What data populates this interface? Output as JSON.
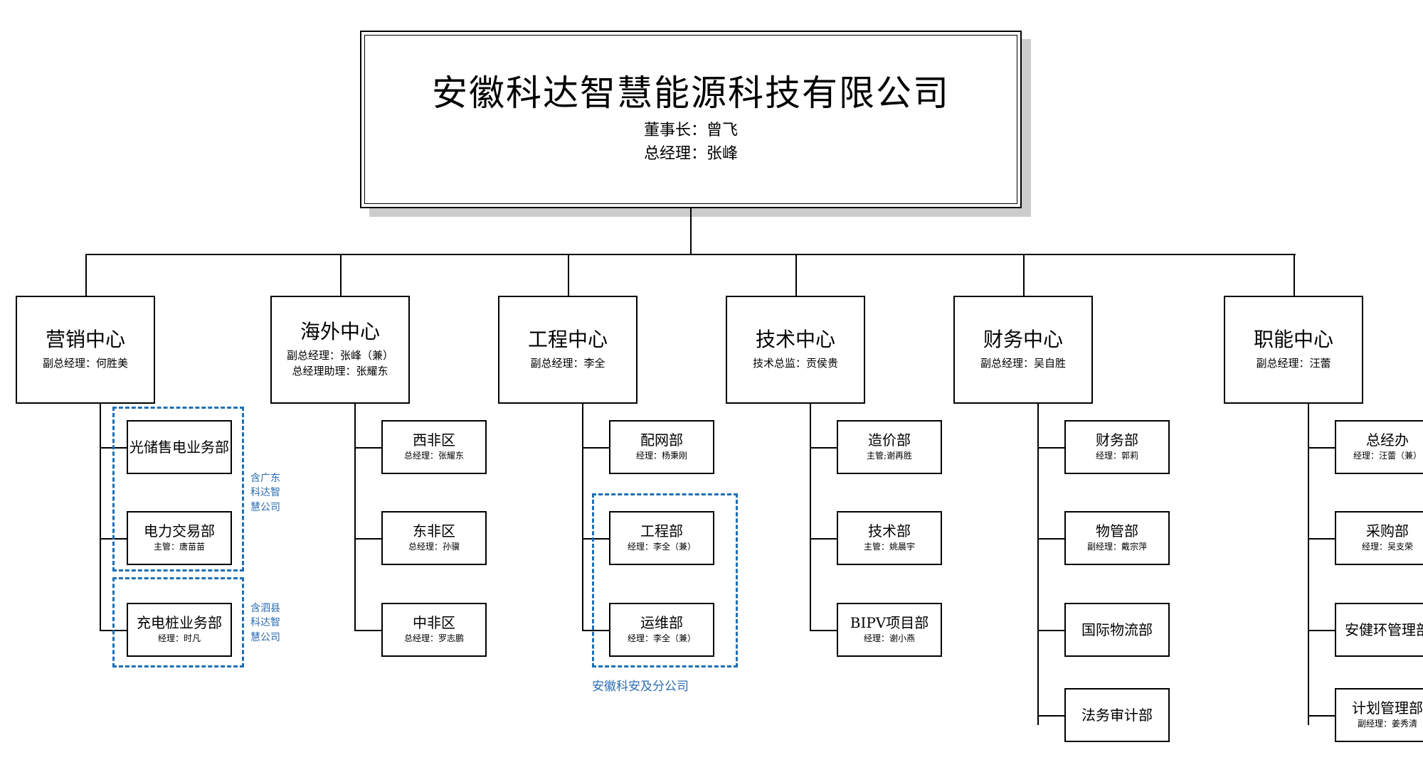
{
  "root": {
    "name": "安徽科达智慧能源科技有限公司",
    "chairman": "董事长：曾飞",
    "general_manager": "总经理：张峰"
  },
  "colors": {
    "line": "#000000",
    "box_border": "#000000",
    "annotation_blue": "#2b6cb0",
    "dashed_blue": "#1f6fb5",
    "shadow_gray": "#cccccc",
    "background": "#ffffff"
  },
  "centers": [
    {
      "id": "marketing",
      "title": "营销中心",
      "subtitles": [
        "副总经理：何胜美"
      ],
      "departments": [
        {
          "title": "光储售电业务部",
          "sub": "",
          "two_line": true
        },
        {
          "title": "电力交易部",
          "sub": "主管：唐苗苗",
          "two_line": false
        },
        {
          "title": "充电桩业务部",
          "sub": "经理：时凡",
          "two_line": false
        }
      ],
      "annotations": [
        "含广东科达智慧公司",
        "含泗县科达智慧公司"
      ]
    },
    {
      "id": "overseas",
      "title": "海外中心",
      "subtitles": [
        "副总经理：张峰（兼）",
        "总经理助理：张耀东"
      ],
      "departments": [
        {
          "title": "西非区",
          "sub": "总经理：张耀东",
          "two_line": false
        },
        {
          "title": "东非区",
          "sub": "总经理：孙骥",
          "two_line": false
        },
        {
          "title": "中非区",
          "sub": "总经理：罗志鹏",
          "two_line": false
        }
      ],
      "annotations": []
    },
    {
      "id": "engineering",
      "title": "工程中心",
      "subtitles": [
        "副总经理：李全"
      ],
      "departments": [
        {
          "title": "配网部",
          "sub": "经理：杨秉刚",
          "two_line": false
        },
        {
          "title": "工程部",
          "sub": "经理：李全（兼）",
          "two_line": false
        },
        {
          "title": "运维部",
          "sub": "经理：李全（兼）",
          "two_line": false
        }
      ],
      "annotations": [
        "安徽科安及分公司"
      ]
    },
    {
      "id": "technology",
      "title": "技术中心",
      "subtitles": [
        "技术总监：贡侯贵"
      ],
      "departments": [
        {
          "title": "造价部",
          "sub": "主管;谢再胜",
          "two_line": false
        },
        {
          "title": "技术部",
          "sub": "主管：姚晨宇",
          "two_line": false
        },
        {
          "title": "BIPV项目部",
          "sub": "经理：谢小燕",
          "two_line": false
        }
      ],
      "annotations": []
    },
    {
      "id": "finance",
      "title": "财务中心",
      "subtitles": [
        "副总经理：吴自胜"
      ],
      "departments": [
        {
          "title": "财务部",
          "sub": "经理：郭莉",
          "two_line": false
        },
        {
          "title": "物管部",
          "sub": "副经理：戴宗萍",
          "two_line": false
        },
        {
          "title": "国际物流部",
          "sub": "",
          "two_line": false
        },
        {
          "title": "法务审计部",
          "sub": "",
          "two_line": false
        }
      ],
      "annotations": []
    },
    {
      "id": "functional",
      "title": "职能中心",
      "subtitles": [
        "副总经理：汪蕾"
      ],
      "departments": [
        {
          "title": "总经办",
          "sub": "经理：汪蕾（兼）",
          "two_line": false
        },
        {
          "title": "采购部",
          "sub": "经理：吴支荣",
          "two_line": false
        },
        {
          "title": "安健环管理部",
          "sub": "",
          "two_line": false
        },
        {
          "title": "计划管理部",
          "sub": "副经理：姜秀清",
          "two_line": false
        }
      ],
      "annotations": []
    }
  ]
}
